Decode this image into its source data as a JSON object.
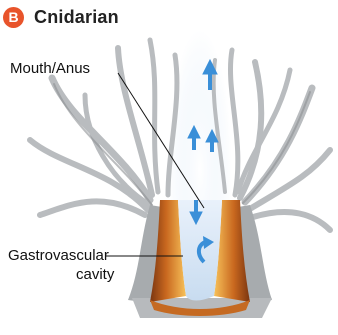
{
  "header": {
    "badge": "B",
    "title": "Cnidarian"
  },
  "labels": {
    "mouth_anus": "Mouth/Anus",
    "gastrovascular": "Gastrovascular",
    "cavity": "cavity"
  },
  "colors": {
    "badge": "#e8542b",
    "tentacle": "#b9bcbf",
    "water_arrow": "#3a8fd8",
    "body_wall_outer": "#a24a12",
    "body_wall_inner": "#f2a438"
  }
}
